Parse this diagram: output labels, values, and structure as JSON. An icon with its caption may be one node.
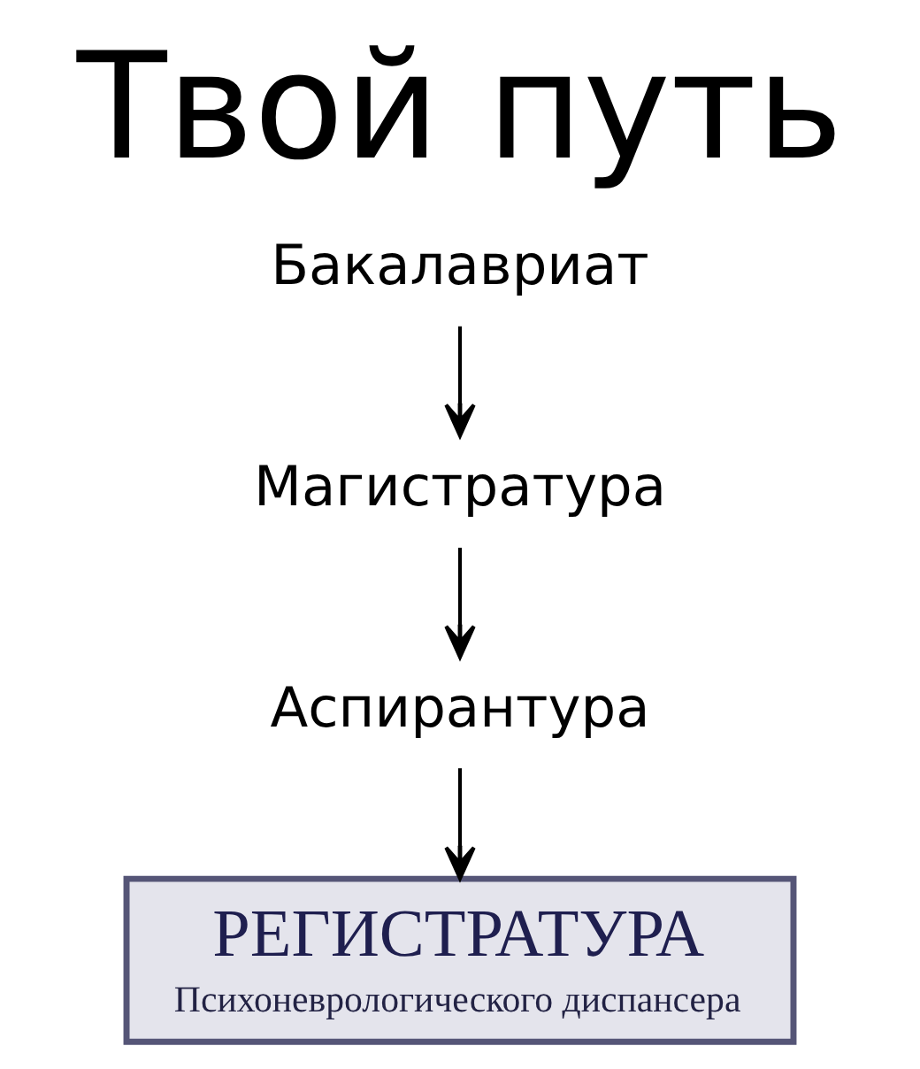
{
  "diagram": {
    "title": "Твой путь",
    "nodes": [
      {
        "text": [
          "Бакалавриат"
        ]
      },
      {
        "text": [
          "Магистратура"
        ]
      },
      {
        "text": [
          "Аспирантура"
        ]
      },
      {
        "text": [
          "РЕГИСТРАТУРА",
          "Психоневрологического диспансера"
        ]
      }
    ],
    "edges": [
      {
        "from": 0,
        "to": 1,
        "arrow": "to"
      },
      {
        "from": 1,
        "to": 2,
        "arrow": "to"
      },
      {
        "from": 2,
        "to": 3,
        "arrow": "to"
      }
    ]
  }
}
